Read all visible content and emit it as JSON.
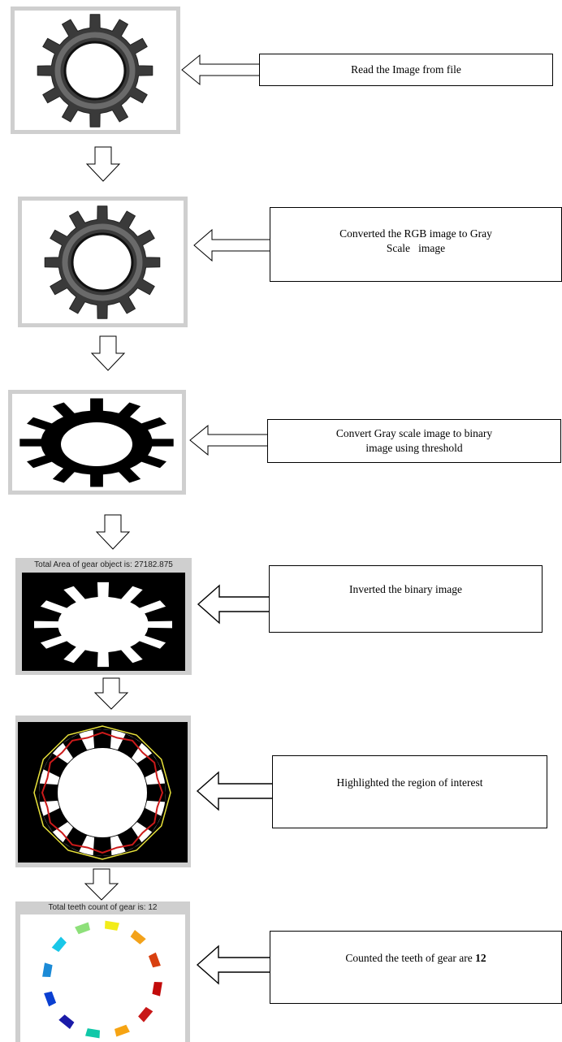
{
  "steps": [
    {
      "caption": "Read the Image from file"
    },
    {
      "caption_line1": "Converted the RGB image to Gray",
      "caption_line2": "Scale   image"
    },
    {
      "caption_line1": "Convert Gray scale image to binary",
      "caption_line2": "image using threshold"
    },
    {
      "caption": "Inverted the binary image",
      "plot_title": "Total Area of gear object is: 27182.875"
    },
    {
      "caption": "Highlighted the region of interest"
    },
    {
      "caption_prefix": "Counted the teeth of gear are ",
      "caption_value": "12",
      "plot_title": "Total teeth count of gear is: 12"
    }
  ],
  "teeth_colors": [
    "#1a1aa8",
    "#0a3fd1",
    "#1b8ad6",
    "#19c7e8",
    "#8ee07a",
    "#f2ec19",
    "#f3a21a",
    "#d8400f",
    "#c20b0b",
    "#c81818",
    "#f6a413",
    "#10c8a8"
  ],
  "colors": {
    "frame": "#cfcfcf",
    "gear_dark": "#3a3a3a",
    "ring_yellow": "#e8e23a",
    "ring_red": "#cc1a1a"
  }
}
